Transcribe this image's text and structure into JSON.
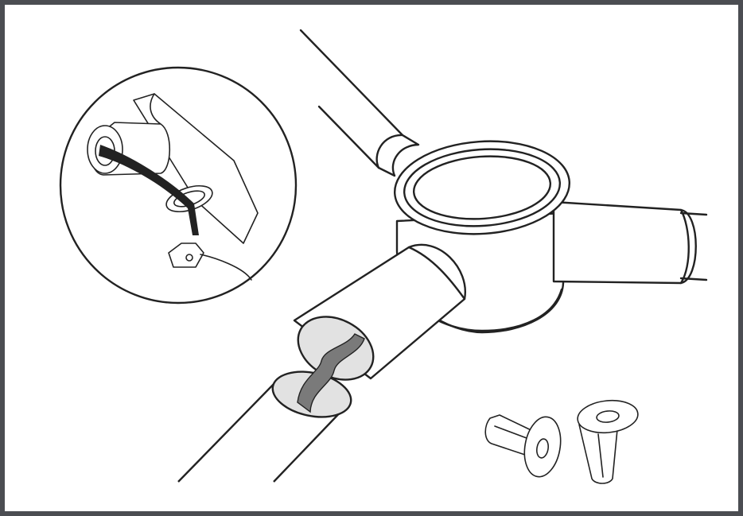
{
  "diagram": {
    "components": [
      {
        "id": "stethoscope-y-junction",
        "icon": "y-junction-illustration"
      },
      {
        "id": "magnified-detail",
        "icon": "magnifier-circle-illustration"
      },
      {
        "id": "cut-tube",
        "icon": "cut-tube-illustration"
      },
      {
        "id": "eartip-adapter-side",
        "icon": "adapter-fitting-illustration"
      },
      {
        "id": "eartip-adapter-angled",
        "icon": "adapter-fitting-illustration"
      }
    ],
    "colors": {
      "frame": "#4b4d52",
      "background": "#ffffff",
      "stroke": "#222222",
      "cut_surface": "#e2e2e2",
      "inner_tube": "#7a7a7a"
    }
  }
}
